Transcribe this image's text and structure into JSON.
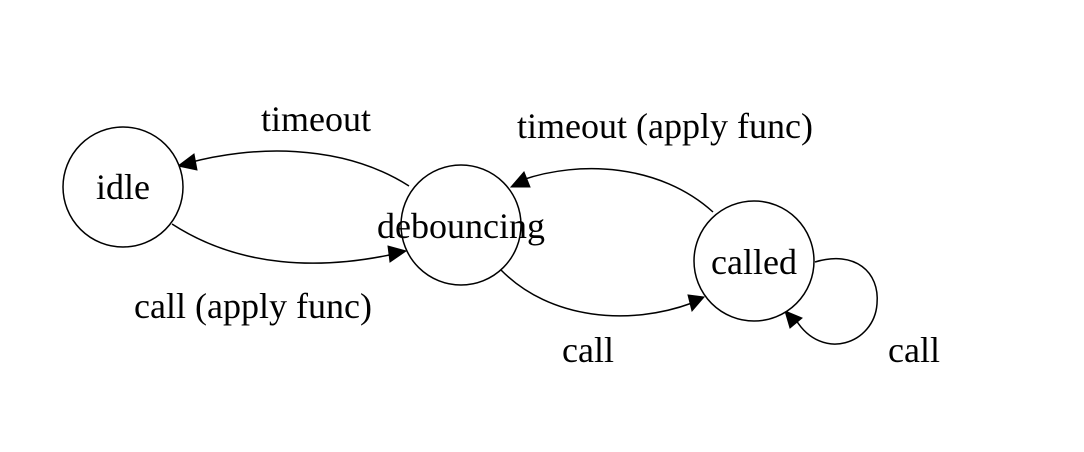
{
  "diagram": {
    "states": {
      "idle": "idle",
      "debouncing": "debouncing",
      "called": "called"
    },
    "transitions": {
      "debouncing_to_idle": "timeout",
      "idle_to_debouncing": "call (apply func)",
      "called_to_debouncing": "timeout (apply func)",
      "debouncing_to_called": "call",
      "called_self_loop": "call"
    },
    "colors": {
      "stroke": "#000000",
      "background": "#ffffff"
    }
  }
}
